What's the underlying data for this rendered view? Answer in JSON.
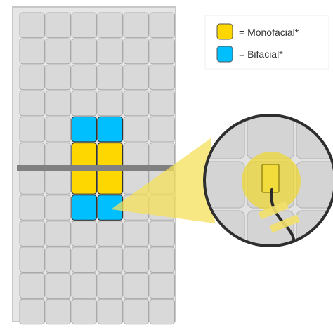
{
  "panel": {
    "rows": 12,
    "cols": 6,
    "cell_color": "#d9d9d9",
    "cell_border": "#a9a9a9",
    "frame_color": "#e6e6e6",
    "frame_border": "#c8c8c8",
    "divider_color": "#808080",
    "highlighted_cells": [
      {
        "row": 4,
        "col": 2,
        "type": "bifacial"
      },
      {
        "row": 4,
        "col": 3,
        "type": "bifacial"
      },
      {
        "row": 5,
        "col": 2,
        "type": "monofacial"
      },
      {
        "row": 5,
        "col": 3,
        "type": "monofacial"
      },
      {
        "row": 6,
        "col": 2,
        "type": "monofacial"
      },
      {
        "row": 6,
        "col": 3,
        "type": "monofacial"
      },
      {
        "row": 7,
        "col": 2,
        "type": "bifacial"
      },
      {
        "row": 7,
        "col": 3,
        "type": "bifacial"
      }
    ]
  },
  "legend": {
    "items": [
      {
        "label": "= Monofacial*",
        "color": "#ffd700"
      },
      {
        "label": "= Bifacial*",
        "color": "#00bfff"
      }
    ]
  },
  "magnifier": {
    "beam_color": "#f5e05a",
    "junction_box_color": "#f2dc3c",
    "cable_color": "#2b2b2b",
    "ring_color": "#2e2e2e"
  }
}
